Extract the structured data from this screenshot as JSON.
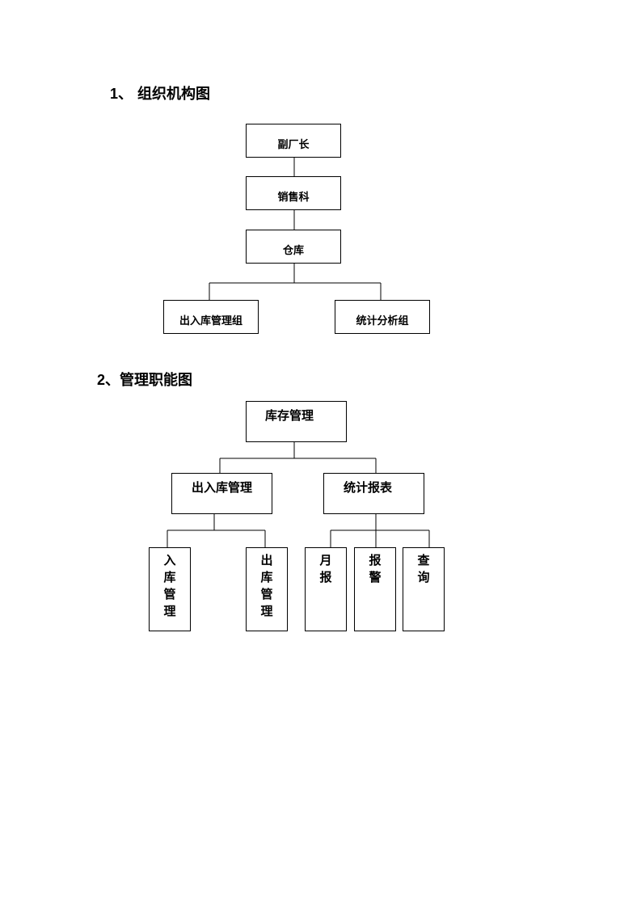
{
  "section1": {
    "number": "1",
    "separator": "、",
    "title": "组织机构图"
  },
  "org_chart": {
    "vice_director": "副厂长",
    "sales": "销售科",
    "warehouse": "仓库",
    "io_management_group": "出入库管理组",
    "statistics_group": "统计分析组"
  },
  "section2": {
    "number": "2",
    "separator": "、",
    "title": "管理职能图"
  },
  "function_chart": {
    "inventory_management": "库存管理",
    "io_management": "出入库管理",
    "statistical_reports": "统计报表",
    "inbound_management": [
      "入",
      "库",
      "管",
      "理"
    ],
    "outbound_management": [
      "出",
      "库",
      "管",
      "理"
    ],
    "monthly_report": [
      "月",
      "报"
    ],
    "alarm": [
      "报",
      "警"
    ],
    "query": [
      "查",
      "询"
    ]
  }
}
